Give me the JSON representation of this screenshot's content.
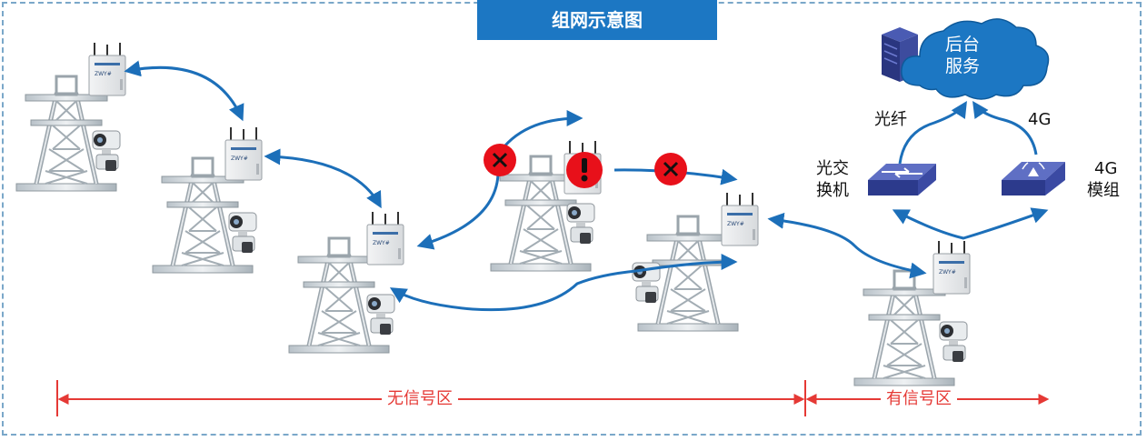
{
  "title": "组网示意图",
  "cloud_label_line1": "后台",
  "cloud_label_line2": "服务",
  "fiber_label": "光纤",
  "lte_label": "4G",
  "switch_label_line1": "光交",
  "switch_label_line2": "换机",
  "module_label_line1": "4G",
  "module_label_line2": "模组",
  "zone_no_signal": "无信号区",
  "zone_signal": "有信号区",
  "device_brand": "ZWY#",
  "colors": {
    "title_bg": "#1c77c3",
    "link_arrow": "#1c6fb9",
    "zone_arrow": "#e53935",
    "error_badge": "#e8101a",
    "frame": "#7aa7c9"
  }
}
